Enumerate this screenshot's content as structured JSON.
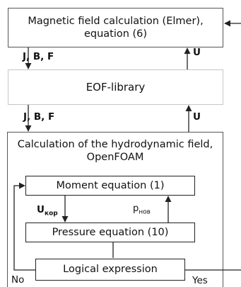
{
  "boxes": {
    "magnetic": "Magnetic field calculation (Elmer), equation (6)",
    "eof": "EOF-library",
    "hydro": "Calculation of the hydrodynamic field, OpenFOAM",
    "moment": "Moment equation (1)",
    "pressure": "Pressure equation (10)",
    "logical": "Logical expression"
  },
  "labels": {
    "jbf_1": "J, B, F",
    "u_1": "U",
    "jbf_2": "J, B, F",
    "u_2": "U",
    "ukor_main": "U",
    "ukor_sub": "кор",
    "pnov_main": "p",
    "pnov_sub": "нов",
    "no": "No",
    "yes": "Yes"
  },
  "colors": {
    "line": "#222222",
    "eof_border": "#c6c6c6"
  }
}
